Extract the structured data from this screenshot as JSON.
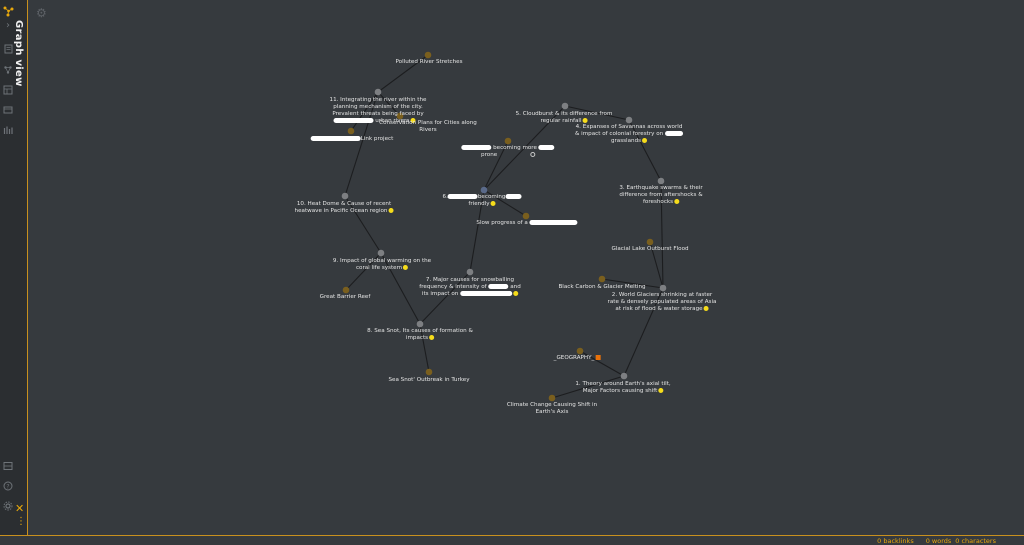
{
  "panel": {
    "title": "Graph view"
  },
  "ribbon": {
    "icons": [
      "graph-icon",
      "chevron-right-icon",
      "file-icon",
      "plugin-icon",
      "template-icon",
      "bookmark-icon",
      "calendar-icon",
      "vault-icon",
      "help-icon",
      "settings-icon"
    ]
  },
  "status": {
    "backlinks": "0 backlinks",
    "words": "0 words",
    "characters": "0 characters"
  },
  "colors": {
    "accent": "#e8a80c",
    "node_gray": "#7d7f82",
    "node_brown": "#7a5f1e",
    "edge": "#1c1d1f",
    "highlight": "#f6dc1b"
  },
  "graph": {
    "nodes": [
      {
        "id": "n-polluted",
        "label": "Polluted River Stretches"
      },
      {
        "id": "n-11",
        "label": "11. Integrating the river within the planning mechanism of the city. Prevalent threats being faced by _ urban rivers"
      },
      {
        "id": "n-conservation",
        "label": "Conservation Plans for Cities along Rivers"
      },
      {
        "id": "n-link",
        "label": "Link project"
      },
      {
        "id": "n-10",
        "label": "10. Heat Dome & Cause of recent heatwave in Pacific Ocean region"
      },
      {
        "id": "n-9",
        "label": "9. Impact of global warming on the coral life system"
      },
      {
        "id": "n-reef",
        "label": "Great Barrier Reef"
      },
      {
        "id": "n-8",
        "label": "8. Sea Snot, Its causes of formation & impacts"
      },
      {
        "id": "n-turkey",
        "label": "Sea Snot' Outbreak in Turkey"
      },
      {
        "id": "n-7",
        "label": "7. Major causes for snowballing frequency & intensity of _ and its impact on _"
      },
      {
        "id": "n-6",
        "label": "6. _ becoming _ friendly"
      },
      {
        "id": "n-slow",
        "label": "Slow progress of a _"
      },
      {
        "id": "n-prone",
        "label": "_ becoming more _ prone"
      },
      {
        "id": "n-5",
        "label": "5. Cloudburst & its difference from regular rainfall"
      },
      {
        "id": "n-4",
        "label": "4. Expanses of Savannas across world & impact of colonial forestry on _ grasslands"
      },
      {
        "id": "n-3",
        "label": "3. Earthquake swarms & their difference from aftershocks & foreshocks"
      },
      {
        "id": "n-glof",
        "label": "Glacial Lake Outburst Flood"
      },
      {
        "id": "n-bc",
        "label": "Black Carbon & Glacier Melting"
      },
      {
        "id": "n-2",
        "label": "2. World Glaciers shrinking at faster rate & densely populated areas of Asia at risk of flood & water storage"
      },
      {
        "id": "n-geo",
        "label": "_GEOGRAPHY_"
      },
      {
        "id": "n-1",
        "label": "1. Theory around Earth's axial tilt, Major Factors causing shift"
      },
      {
        "id": "n-climate",
        "label": "Climate Change Causing Shift in Earth's Axis"
      }
    ],
    "labels": {
      "polluted": "Polluted River Stretches",
      "n11_l1": "11. Integrating the river within the",
      "n11_l2": "planning mechanism of the city.",
      "n11_l3": "Prevalent threats being faced by",
      "n11_l4": "urban rivers",
      "conservation_l1": "Conservation Plans for Cities along",
      "conservation_l2": "Rivers",
      "link": "Link project",
      "n10_l1": "10. Heat Dome & Cause of recent",
      "n10_l2": "heatwave in Pacific Ocean region",
      "n9_l1": "9. Impact of global warming on the",
      "n9_l2": "coral life system",
      "reef": "Great Barrier Reef",
      "n8_l1": "8. Sea Snot, Its causes of formation &",
      "n8_l2": "impacts",
      "turkey": "Sea Snot' Outbreak in Turkey",
      "n7_l1": "7. Major causes for snowballing",
      "n7_l2a": "frequency & intensity of",
      "n7_l2b": "and",
      "n7_l3": "its impact on",
      "n6_a": "6.",
      "n6_b": "becoming",
      "n6_c": "friendly",
      "slow": "Slow progress of a",
      "prone_a": "becoming more",
      "prone_b": "prone",
      "n5_l1": "5. Cloudburst & its difference from",
      "n5_l2": "regular rainfall",
      "n4_l1": "4. Expanses of Savannas across world",
      "n4_l2": "& impact of colonial forestry on",
      "n4_l3": "grasslands",
      "n3_l1": "3. Earthquake swarms & their",
      "n3_l2": "difference from aftershocks &",
      "n3_l3": "foreshocks",
      "glof": "Glacial Lake Outburst Flood",
      "bc": "Black Carbon & Glacier Melting",
      "n2_l1": "2. World Glaciers shrinking at faster",
      "n2_l2": "rate & densely populated areas of Asia",
      "n2_l3": "at risk of flood & water storage",
      "geo": "_GEOGRAPHY_",
      "n1_l1": "1. Theory around Earth's axial tilt,",
      "n1_l2": "Major Factors causing shift",
      "climate_l1": "Climate Change Causing Shift in",
      "climate_l2": "Earth's Axis"
    }
  }
}
